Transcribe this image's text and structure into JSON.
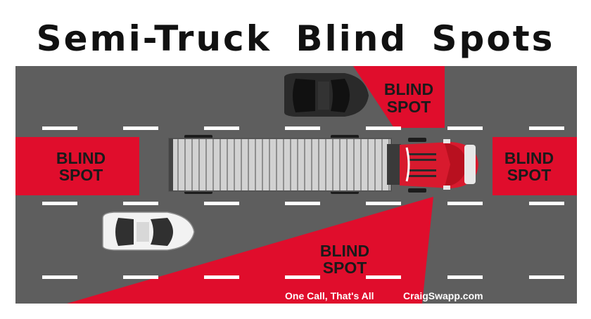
{
  "title": "Semi-Truck Blind Spots",
  "blind_spot_label": {
    "line1": "BLIND",
    "line2": "SPOT"
  },
  "footer": {
    "slogan": "One Call, That's All",
    "website": "CraigSwapp.com"
  },
  "colors": {
    "road": "#5e5e5e",
    "blind_spot": "#e00d2c",
    "lane_marking": "#ffffff",
    "truck_cab": "#d81a2e",
    "trailer": "#c9c9c9"
  }
}
